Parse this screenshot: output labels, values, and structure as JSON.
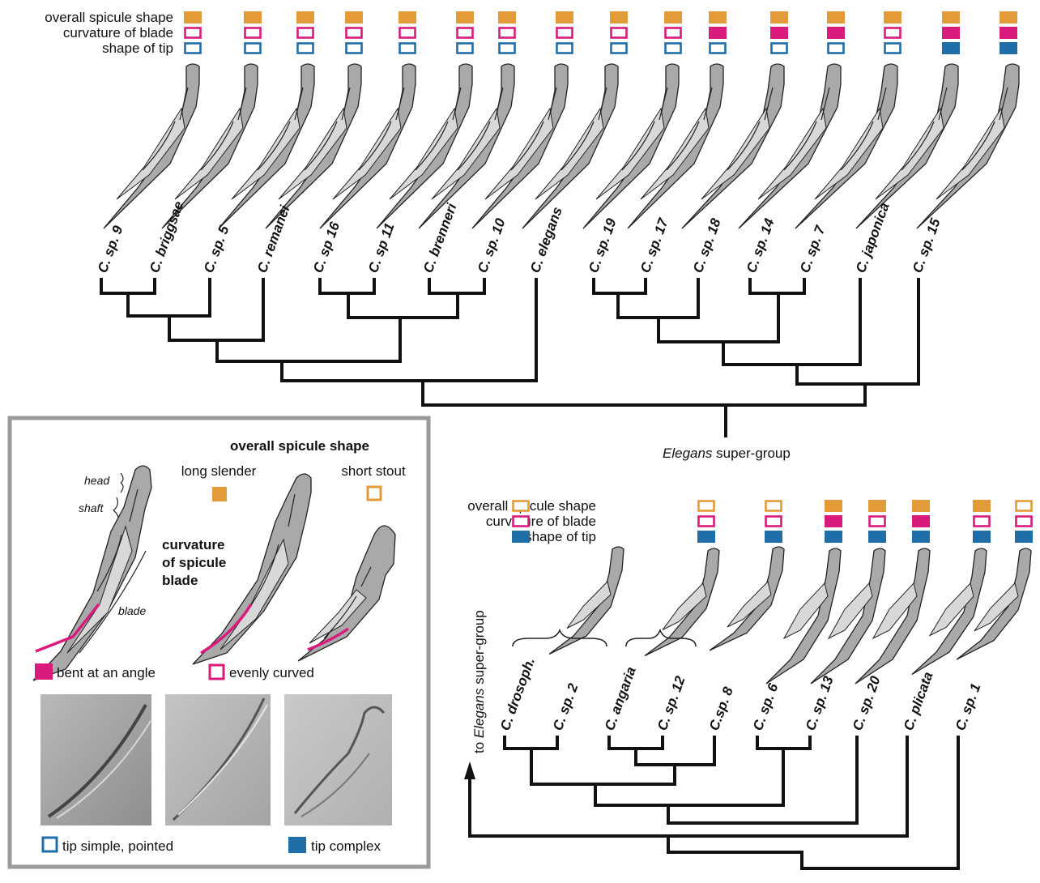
{
  "colors": {
    "shape_filled": "#e39b3a",
    "curve_filled": "#d81b7c",
    "tip_filled": "#1f6ea8",
    "legend_border": "#999999",
    "tree": "#111111",
    "spicule": "#a9a9a9"
  },
  "top": {
    "row_labels": [
      "overall spicule shape",
      "curvature of blade",
      "shape of tip"
    ],
    "species": [
      {
        "name": "C. sp. 9",
        "shape": 1,
        "curve": 0,
        "tip": 0
      },
      {
        "name": "C. briggsae",
        "shape": 1,
        "curve": 0,
        "tip": 0
      },
      {
        "name": "C. sp. 5",
        "shape": 1,
        "curve": 0,
        "tip": 0
      },
      {
        "name": "C. remanei",
        "shape": 1,
        "curve": 0,
        "tip": 0
      },
      {
        "name": "C. sp 16",
        "shape": 1,
        "curve": 0,
        "tip": 0
      },
      {
        "name": "C. sp 11",
        "shape": 1,
        "curve": 0,
        "tip": 0
      },
      {
        "name": "C. brenneri",
        "shape": 1,
        "curve": 0,
        "tip": 0
      },
      {
        "name": "C. sp. 10",
        "shape": 1,
        "curve": 0,
        "tip": 0
      },
      {
        "name": "C. elegans",
        "shape": 1,
        "curve": 0,
        "tip": 0
      },
      {
        "name": "C. sp. 19",
        "shape": 1,
        "curve": 0,
        "tip": 0
      },
      {
        "name": "C. sp. 17",
        "shape": 1,
        "curve": 1,
        "tip": 0
      },
      {
        "name": "C. sp. 18",
        "shape": 1,
        "curve": 1,
        "tip": 0
      },
      {
        "name": "C. sp. 14",
        "shape": 1,
        "curve": 1,
        "tip": 0
      },
      {
        "name": "C. sp. 7",
        "shape": 1,
        "curve": 0,
        "tip": 0
      },
      {
        "name": "C. japonica",
        "shape": 1,
        "curve": 1,
        "tip": 1
      },
      {
        "name": "C. sp. 15",
        "shape": 1,
        "curve": 1,
        "tip": 1
      },
      {
        "name": "",
        "shape": 1,
        "curve": 1,
        "tip": 0
      }
    ],
    "group_label_em": "Elegans",
    "group_label_rest": " super-group"
  },
  "bottom": {
    "row_labels": [
      "overall spicule shape",
      "curvature of blade",
      "shape of tip"
    ],
    "species": [
      {
        "name": "C. drosoph."
      },
      {
        "name": "C. sp. 2"
      },
      {
        "name": "C. angaria"
      },
      {
        "name": "C. sp. 12"
      },
      {
        "name": "C.sp. 8"
      },
      {
        "name": "C. sp. 6"
      },
      {
        "name": "C. sp. 13"
      },
      {
        "name": "C. sp. 20"
      },
      {
        "name": "C. plicata"
      },
      {
        "name": "C. sp. 1"
      }
    ],
    "boxes": [
      {
        "shape": 0,
        "curve": 0,
        "tip": 1
      },
      {
        "shape": 0,
        "curve": 0,
        "tip": 1
      },
      {
        "shape": 0,
        "curve": 0,
        "tip": 1
      },
      {
        "shape": 1,
        "curve": 1,
        "tip": 1
      },
      {
        "shape": 1,
        "curve": 0,
        "tip": 1
      },
      {
        "shape": 1,
        "curve": 1,
        "tip": 1
      },
      {
        "shape": 1,
        "curve": 0,
        "tip": 1
      },
      {
        "shape": 0,
        "curve": 0,
        "tip": 1
      }
    ],
    "arrow_label_prefix": "to ",
    "arrow_label_em": "Elegans",
    "arrow_label_rest": " super-group"
  },
  "legend": {
    "shape_title": "overall spicule shape",
    "long_slender": "long slender",
    "short_stout": "short stout",
    "curvature_title_1": "curvature",
    "curvature_title_2": "of spicule",
    "curvature_title_3": "blade",
    "head": "head",
    "shaft": "shaft",
    "blade": "blade",
    "bent": "bent at an angle",
    "evenly": "evenly curved",
    "tip_simple": "tip simple, pointed",
    "tip_complex": "tip complex"
  }
}
